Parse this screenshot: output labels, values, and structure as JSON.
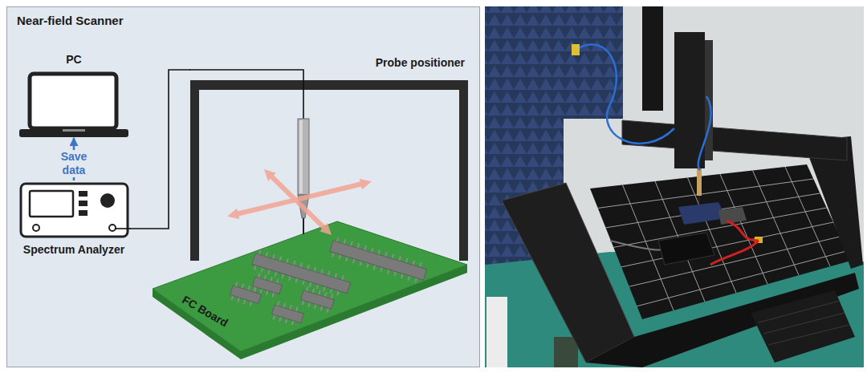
{
  "diagram": {
    "nodes": [
      {
        "text": [
          "Near-field Scanner"
        ]
      },
      {
        "text": [
          "PC"
        ],
        "in": 0
      },
      {
        "text": [
          "Spectrum Analyzer"
        ],
        "in": 0
      },
      {
        "text": [
          "Probe positioner"
        ],
        "in": 0
      },
      {
        "text": [
          "FC Board"
        ],
        "in": 0
      }
    ],
    "edges": [
      {
        "from": 2,
        "to": 1,
        "label": "Save data",
        "arrow": "to"
      },
      {
        "from": 2,
        "to": 3,
        "arrow": "none"
      }
    ]
  }
}
